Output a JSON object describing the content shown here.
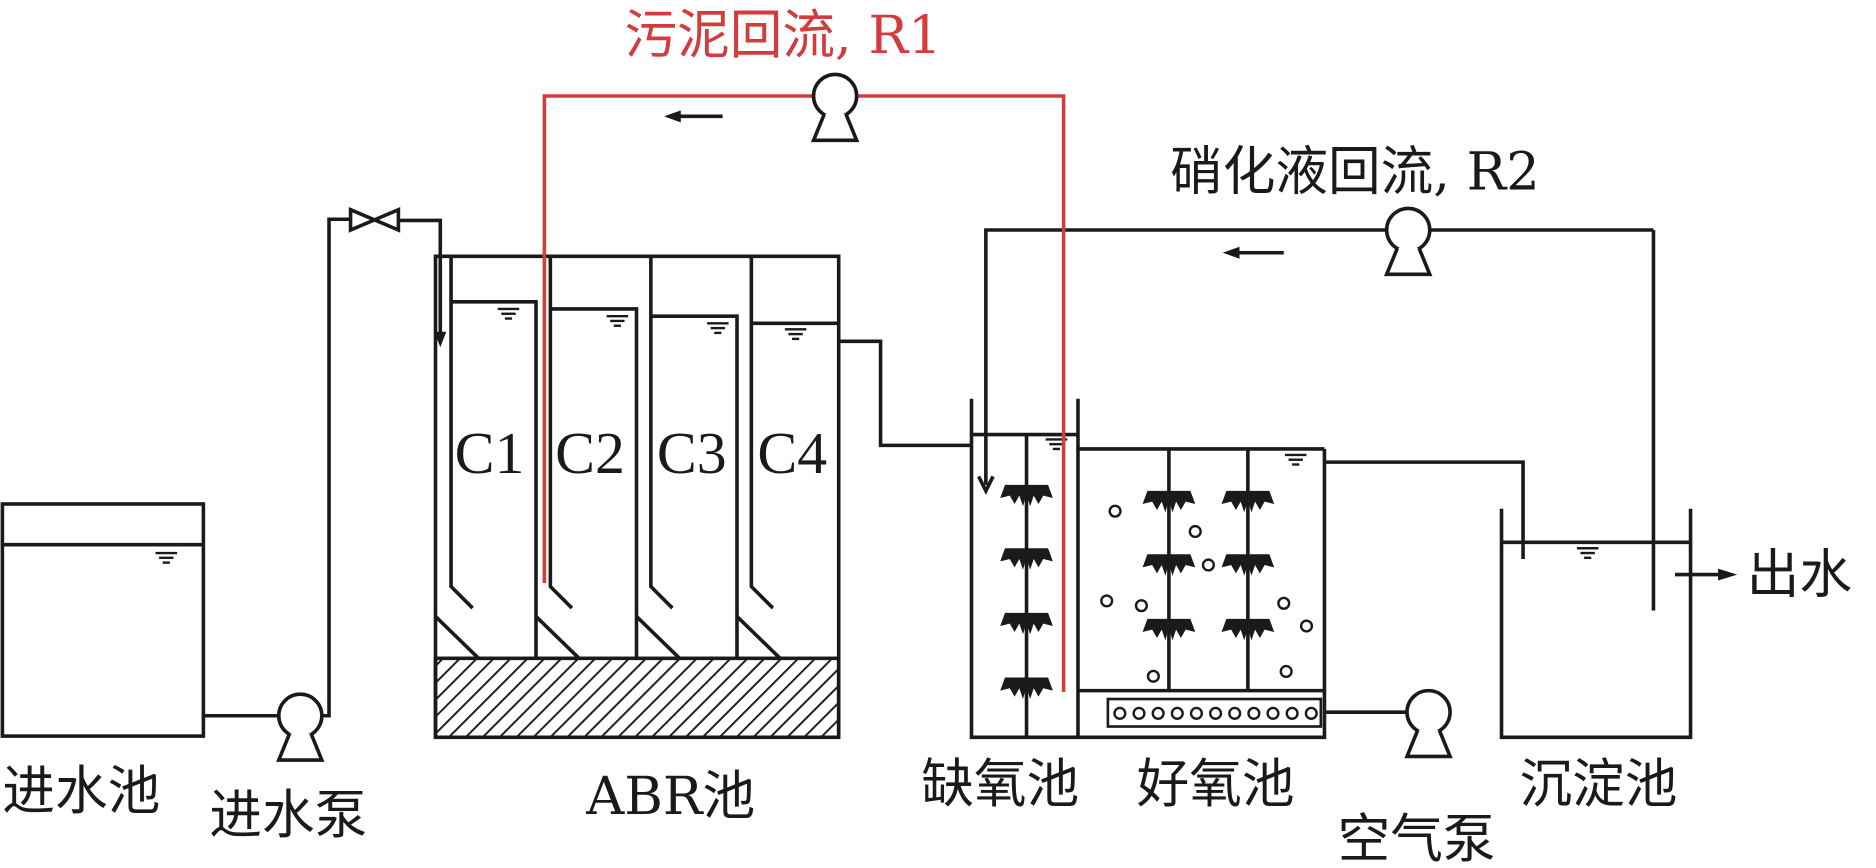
{
  "diagram": {
    "title": "ABR + anoxic/aerobic wastewater treatment process flow",
    "colors": {
      "line": "#1a1a1a",
      "sludge_return": "#d23c3c",
      "background": "#ffffff"
    },
    "labels": {
      "influent_tank": "进水池",
      "influent_pump": "进水泵",
      "abr_tank": "ABR池",
      "anoxic_tank": "缺氧池",
      "aerobic_tank": "好氧池",
      "air_pump": "空气泵",
      "settling_tank": "沉淀池",
      "effluent": "出水",
      "sludge_return": "污泥回流, R1",
      "nitrification_return": "硝化液回流, R2"
    },
    "abr_compartments": [
      "C1",
      "C2",
      "C3",
      "C4"
    ],
    "icons": {
      "pump": "pump-icon",
      "valve": "valve-icon",
      "water_level": "water-level-icon",
      "flow_arrow": "flow-arrow-icon",
      "biofilm_carrier": "brush-carrier-icon",
      "air_bubble": "bubble-icon",
      "aerator": "aerator-icon"
    }
  }
}
